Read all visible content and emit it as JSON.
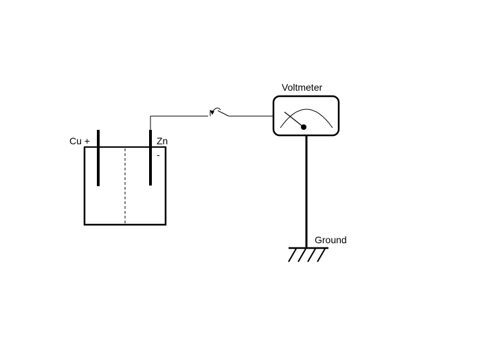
{
  "labels": {
    "cu": "Cu +",
    "zn": "Zn",
    "zn_sign": "-",
    "voltmeter": "Voltmeter",
    "ground": "Ground"
  },
  "colors": {
    "stroke": "#000000",
    "background": "#ffffff"
  },
  "icons": {
    "switch": "switch-icon",
    "voltmeter": "voltmeter-icon",
    "ground": "ground-icon"
  }
}
